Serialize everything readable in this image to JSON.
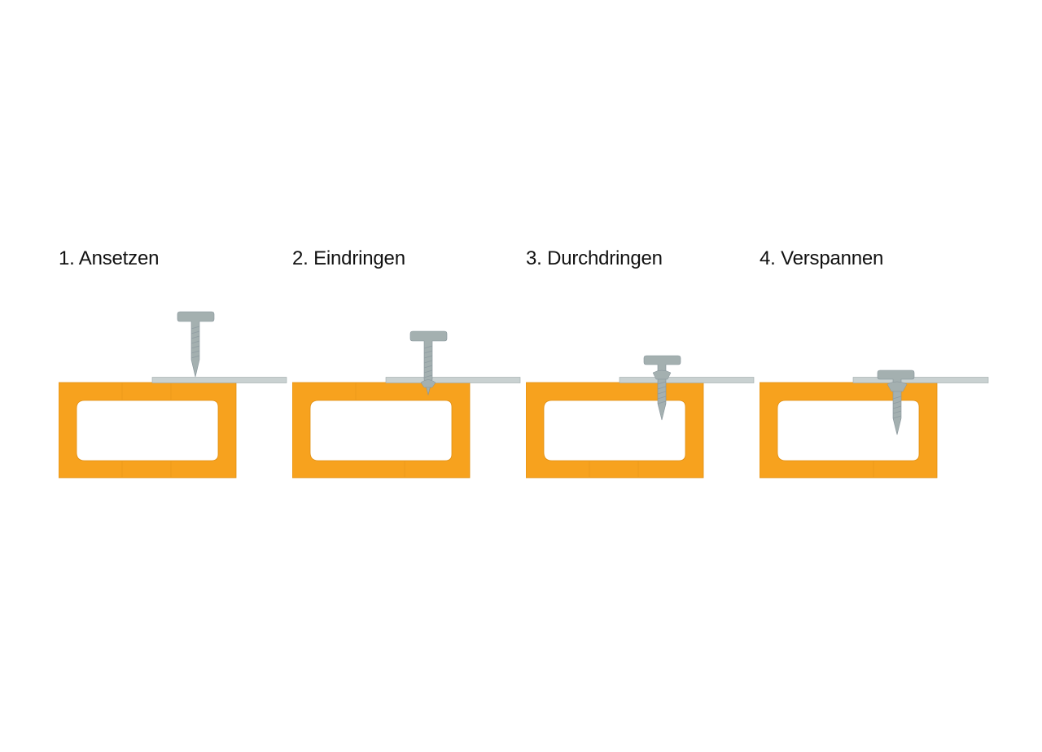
{
  "colors": {
    "profile": "#F7A21E",
    "profile_edge": "#E08E10",
    "sheet": "#C9D1D1",
    "sheet_edge": "#9EAAAA",
    "screw": "#A4B0B0",
    "screw_dark": "#86939A",
    "title_text": "#111111"
  },
  "steps": [
    {
      "number": "1.",
      "label": "Ansetzen"
    },
    {
      "number": "2.",
      "label": "Eindringen"
    },
    {
      "number": "3.",
      "label": "Durchdringen"
    },
    {
      "number": "4.",
      "label": "Verspannen"
    }
  ]
}
